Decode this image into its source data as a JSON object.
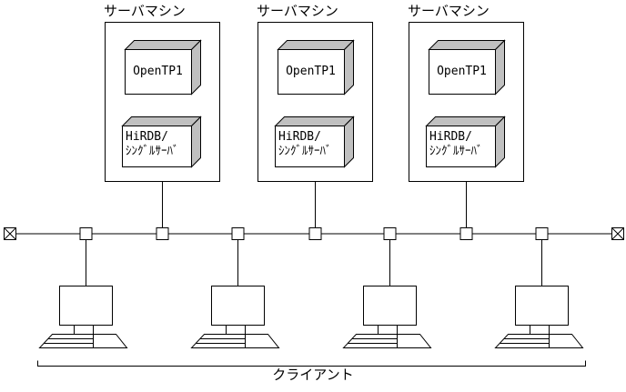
{
  "colors": {
    "background": "#ffffff",
    "line": "#000000",
    "box_face": "#ffffff",
    "box_shade": "#c0c0c0"
  },
  "servers": [
    {
      "title": "サーバマシン",
      "apps": [
        {
          "lines": [
            "OpenTP1"
          ]
        },
        {
          "lines": [
            "HiRDB/",
            "ｼﾝｸﾞﾙｻｰﾊﾞ"
          ]
        }
      ]
    },
    {
      "title": "サーバマシン",
      "apps": [
        {
          "lines": [
            "OpenTP1"
          ]
        },
        {
          "lines": [
            "HiRDB/",
            "ｼﾝｸﾞﾙｻｰﾊﾞ"
          ]
        }
      ]
    },
    {
      "title": "サーバマシン",
      "apps": [
        {
          "lines": [
            "OpenTP1"
          ]
        },
        {
          "lines": [
            "HiRDB/",
            "ｼﾝｸﾞﾙｻｰﾊﾞ"
          ]
        }
      ]
    }
  ],
  "network": {
    "bus_connectors": 7,
    "terminators": 2
  },
  "clients": {
    "label": "クライアント",
    "count": 4
  }
}
